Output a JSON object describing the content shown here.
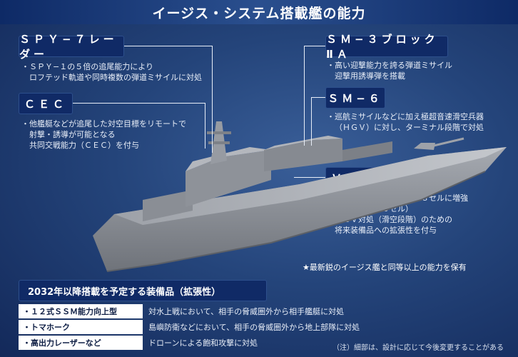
{
  "title": "イージス・システム搭載艦の能力",
  "spy7": {
    "label": "ＳＰＹ−７レーダー",
    "lines": [
      "・ＳＰＹ−１の５倍の追尾能力により",
      "ロフテッド軌道や同時複数の弾道ミサイルに対処"
    ]
  },
  "cec": {
    "label": "ＣＥＣ",
    "lines": [
      "・他艦艇などが追尾した対空目標をリモートで",
      "射撃・誘導が可能となる",
      "共同交戦能力（ＣＥＣ）を付与"
    ]
  },
  "sm3": {
    "label": "ＳＭ−３ブロックⅡＡ",
    "lines": [
      "・高い迎撃能力を誇る弾道ミサイル",
      "迎撃用誘導弾を搭載"
    ]
  },
  "sm6": {
    "label": "ＳＭ−６",
    "lines": [
      "・巡航ミサイルなどに加え極超音速滑空兵器",
      "（ＨＧＶ）に対し、ターミナル段階で対処"
    ]
  },
  "vls": {
    "label": "ＶＬＳ",
    "lines": [
      "・各種能力強化に伴い１２８セルに増強",
      "（まや型は９６セル）",
      "・ＨＧＶ対処（滑空段階）のための",
      "将来装備品への拡張性を付与"
    ]
  },
  "note": "★最新鋭のイージス艦と同等以上の能力を保有",
  "future": {
    "title": "2032年以降搭載を予定する装備品（拡張性）",
    "items": [
      {
        "name": "・１２式ＳＳＭ能力向上型",
        "desc": "対水上戦において、相手の脅威圏外から相手艦艇に対処"
      },
      {
        "name": "・トマホーク",
        "desc": "島嶼防衛などにおいて、相手の脅威圏外から地上部隊に対処"
      },
      {
        "name": "・高出力レーザーなど",
        "desc": "ドローンによる飽和攻撃に対処"
      }
    ]
  },
  "footnote": "（注）細部は、設計に応じて今後変更することがある",
  "colors": {
    "navy": "#102a66",
    "background": "#24447a",
    "ship": "#8c9097"
  }
}
